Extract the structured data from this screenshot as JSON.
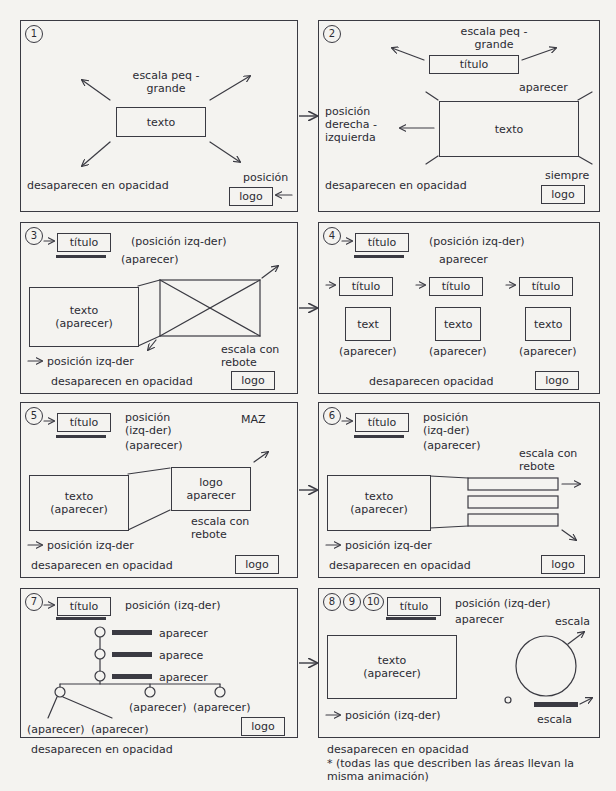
{
  "diagram": {
    "nodes": [
      {
        "text": [
          "escala peq - grande",
          "desaparecen en opacidad",
          "posición"
        ]
      },
      {
        "text": [
          "1"
        ],
        "in": 0
      },
      {
        "text": [
          "texto"
        ],
        "in": 0
      },
      {
        "text": [
          "logo"
        ],
        "in": 0
      },
      {
        "text": [
          "escala peq - grande",
          "aparecer",
          "posición derecha - izquierda",
          "desaparecen en opacidad",
          "siempre"
        ]
      },
      {
        "text": [
          "2"
        ],
        "in": 4
      },
      {
        "text": [
          "título"
        ],
        "in": 4
      },
      {
        "text": [
          "texto"
        ],
        "in": 4
      },
      {
        "text": [
          "logo"
        ],
        "in": 4
      },
      {
        "text": [
          "(posición izq-der)",
          "(aparecer)",
          "posición izq-der",
          "escala con rebote",
          "desaparecen en opacidad"
        ]
      },
      {
        "text": [
          "3"
        ],
        "in": 9
      },
      {
        "text": [
          "título"
        ],
        "in": 9
      },
      {
        "text": [
          "texto",
          "(aparecer)"
        ],
        "in": 9
      },
      {
        "text": [
          "logo"
        ],
        "in": 9
      },
      {
        "text": [
          "(posición izq-der)",
          "aparecer",
          "(aparecer)",
          "(aparecer)",
          "(aparecer)",
          "desaparecen opacidad"
        ]
      },
      {
        "text": [
          "4"
        ],
        "in": 14
      },
      {
        "text": [
          "título"
        ],
        "in": 14
      },
      {
        "text": [
          "título"
        ],
        "in": 14
      },
      {
        "text": [
          "título"
        ],
        "in": 14
      },
      {
        "text": [
          "título"
        ],
        "in": 14
      },
      {
        "text": [
          "text"
        ],
        "in": 14
      },
      {
        "text": [
          "texto"
        ],
        "in": 14
      },
      {
        "text": [
          "texto"
        ],
        "in": 14
      },
      {
        "text": [
          "logo"
        ],
        "in": 14
      },
      {
        "text": [
          "posición (izq-der)",
          "(aparecer)",
          "MAZ",
          "escala con rebote",
          "posición izq-der",
          "desaparecen en opacidad"
        ]
      },
      {
        "text": [
          "5"
        ],
        "in": 24
      },
      {
        "text": [
          "título"
        ],
        "in": 24
      },
      {
        "text": [
          "texto",
          "(aparecer)"
        ],
        "in": 24
      },
      {
        "text": [
          "logo",
          "aparecer"
        ],
        "in": 24
      },
      {
        "text": [
          "logo"
        ],
        "in": 24
      },
      {
        "text": [
          "posición (izq-der)",
          "(aparecer)",
          "escala con rebote",
          "posición izq-der",
          "desaparecen en opacidad"
        ]
      },
      {
        "text": [
          "6"
        ],
        "in": 30
      },
      {
        "text": [
          "título"
        ],
        "in": 30
      },
      {
        "text": [
          "texto",
          "(aparecer)"
        ],
        "in": 30
      },
      {
        "text": [
          "logo"
        ],
        "in": 30
      },
      {
        "text": [
          "posición (izq-der)",
          "aparecer",
          "aparece",
          "aparecer",
          "(aparecer)",
          "(aparecer)",
          "(aparecer)",
          "(aparecer)",
          "desaparecen en opacidad"
        ]
      },
      {
        "text": [
          "7"
        ],
        "in": 35
      },
      {
        "text": [
          "título"
        ],
        "in": 35
      },
      {
        "text": [
          "logo"
        ],
        "in": 35
      },
      {
        "text": [
          "posición (izq-der)",
          "aparecer",
          "posición (izq-der)",
          "escala",
          "escala",
          "desaparecen en opacidad",
          "* (todas las que describen las áreas llevan la misma animación)"
        ]
      },
      {
        "text": [
          "8"
        ],
        "in": 39
      },
      {
        "text": [
          "9"
        ],
        "in": 39
      },
      {
        "text": [
          "10"
        ],
        "in": 39
      },
      {
        "text": [
          "título"
        ],
        "in": 39
      },
      {
        "text": [
          "texto",
          "(aparecer)"
        ],
        "in": 39
      }
    ],
    "edges": [
      {
        "from": 0,
        "to": 4,
        "arrow": "to"
      },
      {
        "from": 9,
        "to": 14,
        "arrow": "to"
      },
      {
        "from": 24,
        "to": 30,
        "arrow": "to"
      },
      {
        "from": 35,
        "to": 39,
        "arrow": "to"
      }
    ]
  }
}
